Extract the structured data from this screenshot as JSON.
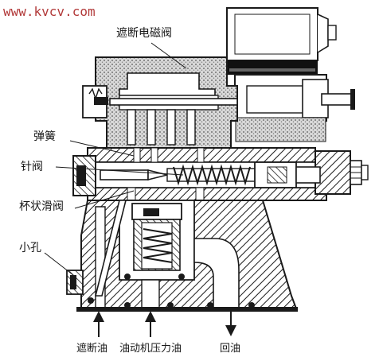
{
  "watermark": "www.kvcv.com",
  "labels": {
    "solenoid": "遮断电磁阀",
    "spring": "弹簧",
    "needle_valve": "针阀",
    "cup_valve": "杯状滑阀",
    "small_hole": "小孔",
    "trip_oil": "遮断油",
    "control_oil": "油动机压力油",
    "return_oil": "回油"
  },
  "colors": {
    "line": "#1a1a1a",
    "hatch": "#1a1a1a",
    "stipple": "#6d6d6d",
    "watermark": "#b23a3a"
  }
}
